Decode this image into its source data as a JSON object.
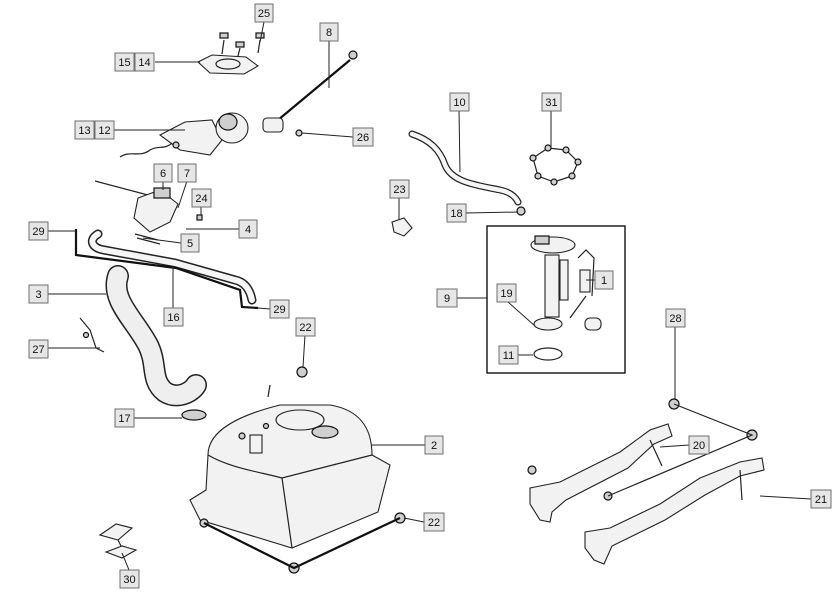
{
  "diagram": {
    "callouts": [
      {
        "id": "c25",
        "label": "25"
      },
      {
        "id": "c8",
        "label": "8"
      },
      {
        "id": "c15",
        "label": "15"
      },
      {
        "id": "c14",
        "label": "14"
      },
      {
        "id": "c13",
        "label": "13"
      },
      {
        "id": "c12",
        "label": "12"
      },
      {
        "id": "c26",
        "label": "26"
      },
      {
        "id": "c10",
        "label": "10"
      },
      {
        "id": "c31",
        "label": "31"
      },
      {
        "id": "c6",
        "label": "6"
      },
      {
        "id": "c7",
        "label": "7"
      },
      {
        "id": "c24",
        "label": "24"
      },
      {
        "id": "c23",
        "label": "23"
      },
      {
        "id": "c18",
        "label": "18"
      },
      {
        "id": "c4",
        "label": "4"
      },
      {
        "id": "c29a",
        "label": "29"
      },
      {
        "id": "c5",
        "label": "5"
      },
      {
        "id": "c1",
        "label": "1"
      },
      {
        "id": "c3",
        "label": "3"
      },
      {
        "id": "c29b",
        "label": "29"
      },
      {
        "id": "c9",
        "label": "9"
      },
      {
        "id": "c19",
        "label": "19"
      },
      {
        "id": "c16",
        "label": "16"
      },
      {
        "id": "c22a",
        "label": "22"
      },
      {
        "id": "c28",
        "label": "28"
      },
      {
        "id": "c27",
        "label": "27"
      },
      {
        "id": "c11",
        "label": "11"
      },
      {
        "id": "c17",
        "label": "17"
      },
      {
        "id": "c2",
        "label": "2"
      },
      {
        "id": "c20",
        "label": "20"
      },
      {
        "id": "c21",
        "label": "21"
      },
      {
        "id": "c22b",
        "label": "22"
      },
      {
        "id": "c30",
        "label": "30"
      }
    ]
  }
}
